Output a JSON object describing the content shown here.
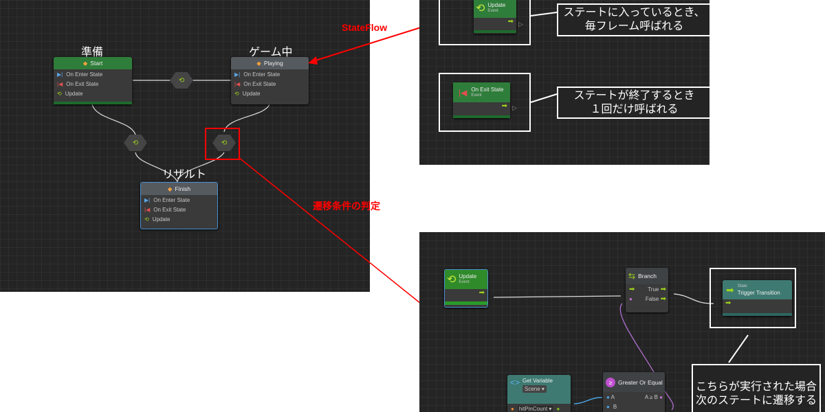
{
  "state_graph": {
    "states": [
      {
        "title": "準備",
        "node": "Start",
        "rows": [
          "On Enter State",
          "On Exit State",
          "Update"
        ]
      },
      {
        "title": "ゲーム中",
        "node": "Playing",
        "rows": [
          "On Enter State",
          "On Exit State",
          "Update"
        ]
      },
      {
        "title": "リザルト",
        "node": "Finish",
        "rows": [
          "On Enter State",
          "On Exit State",
          "Update"
        ]
      }
    ]
  },
  "annotations": {
    "stateflow": "StateFlow",
    "transition_condition": "遷移条件の判定"
  },
  "top_panel": {
    "update_node": {
      "title": "Update",
      "subtitle": "Event"
    },
    "exit_node": {
      "title": "On Exit State",
      "subtitle": "Event"
    },
    "note1": [
      "ステートに入っているとき、",
      "毎フレーム呼ばれる"
    ],
    "note2": [
      "ステートが終了するとき",
      "１回だけ呼ばれる"
    ]
  },
  "bottom_panel": {
    "update_node": {
      "title": "Update",
      "subtitle": "Event"
    },
    "branch": {
      "title": "Branch",
      "true": "True",
      "false": "False"
    },
    "trigger": {
      "category": "State",
      "title": "Trigger Transition"
    },
    "get_variable": {
      "title": "Get Variable",
      "scope": "Scene",
      "variable": "hitPinCount"
    },
    "compare": {
      "title": "Greater Or Equal",
      "a": "A",
      "b": "B",
      "out": "A ≥ B"
    },
    "note": [
      "こちらが実行された場合",
      "次のステートに遷移する"
    ]
  },
  "colors": {
    "accent_red": "#ff0000",
    "event_green": "#2f7d3a",
    "flow_arrow": "#9dd21c"
  }
}
